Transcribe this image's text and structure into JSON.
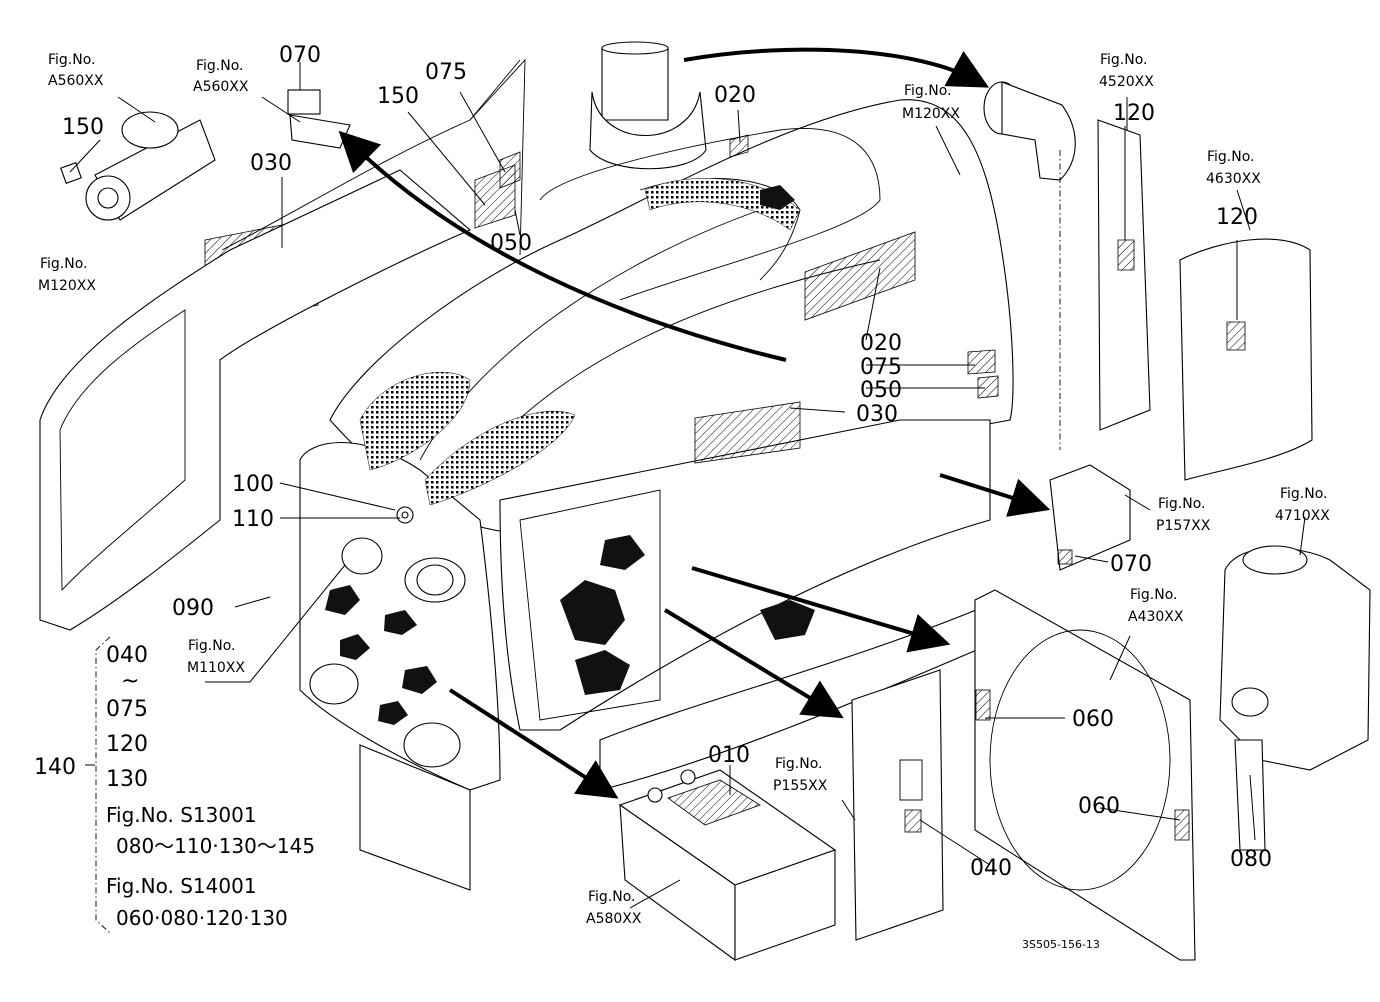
{
  "diagram": {
    "caption": "3S505-156-13",
    "part_numbers": [
      "010",
      "020",
      "030",
      "040",
      "050",
      "060",
      "070",
      "075",
      "080",
      "090",
      "100",
      "110",
      "120",
      "130",
      "150"
    ],
    "figure_refs": [
      {
        "fig": "Fig.No.",
        "code": "A560XX"
      },
      {
        "fig": "Fig.No.",
        "code": "A560XX"
      },
      {
        "fig": "Fig.No.",
        "code": "M120XX"
      },
      {
        "fig": "Fig.No.",
        "code": "M120XX"
      },
      {
        "fig": "Fig.No.",
        "code": "4520XX"
      },
      {
        "fig": "Fig.No.",
        "code": "4630XX"
      },
      {
        "fig": "Fig.No.",
        "code": "P157XX"
      },
      {
        "fig": "Fig.No.",
        "code": "4710XX"
      },
      {
        "fig": "Fig.No.",
        "code": "A430XX"
      },
      {
        "fig": "Fig.No.",
        "code": "P155XX"
      },
      {
        "fig": "Fig.No.",
        "code": "M110XX"
      },
      {
        "fig": "Fig.No.",
        "code": "A580XX"
      }
    ],
    "group": {
      "number": "140",
      "lines": [
        "040",
        "~",
        "075",
        "120",
        "130"
      ],
      "s13001_label": "Fig.No. S13001",
      "s13001_parts": "080～110·130～145",
      "s14001_label": "Fig.No. S14001",
      "s14001_parts": "060·080·120·130"
    }
  }
}
